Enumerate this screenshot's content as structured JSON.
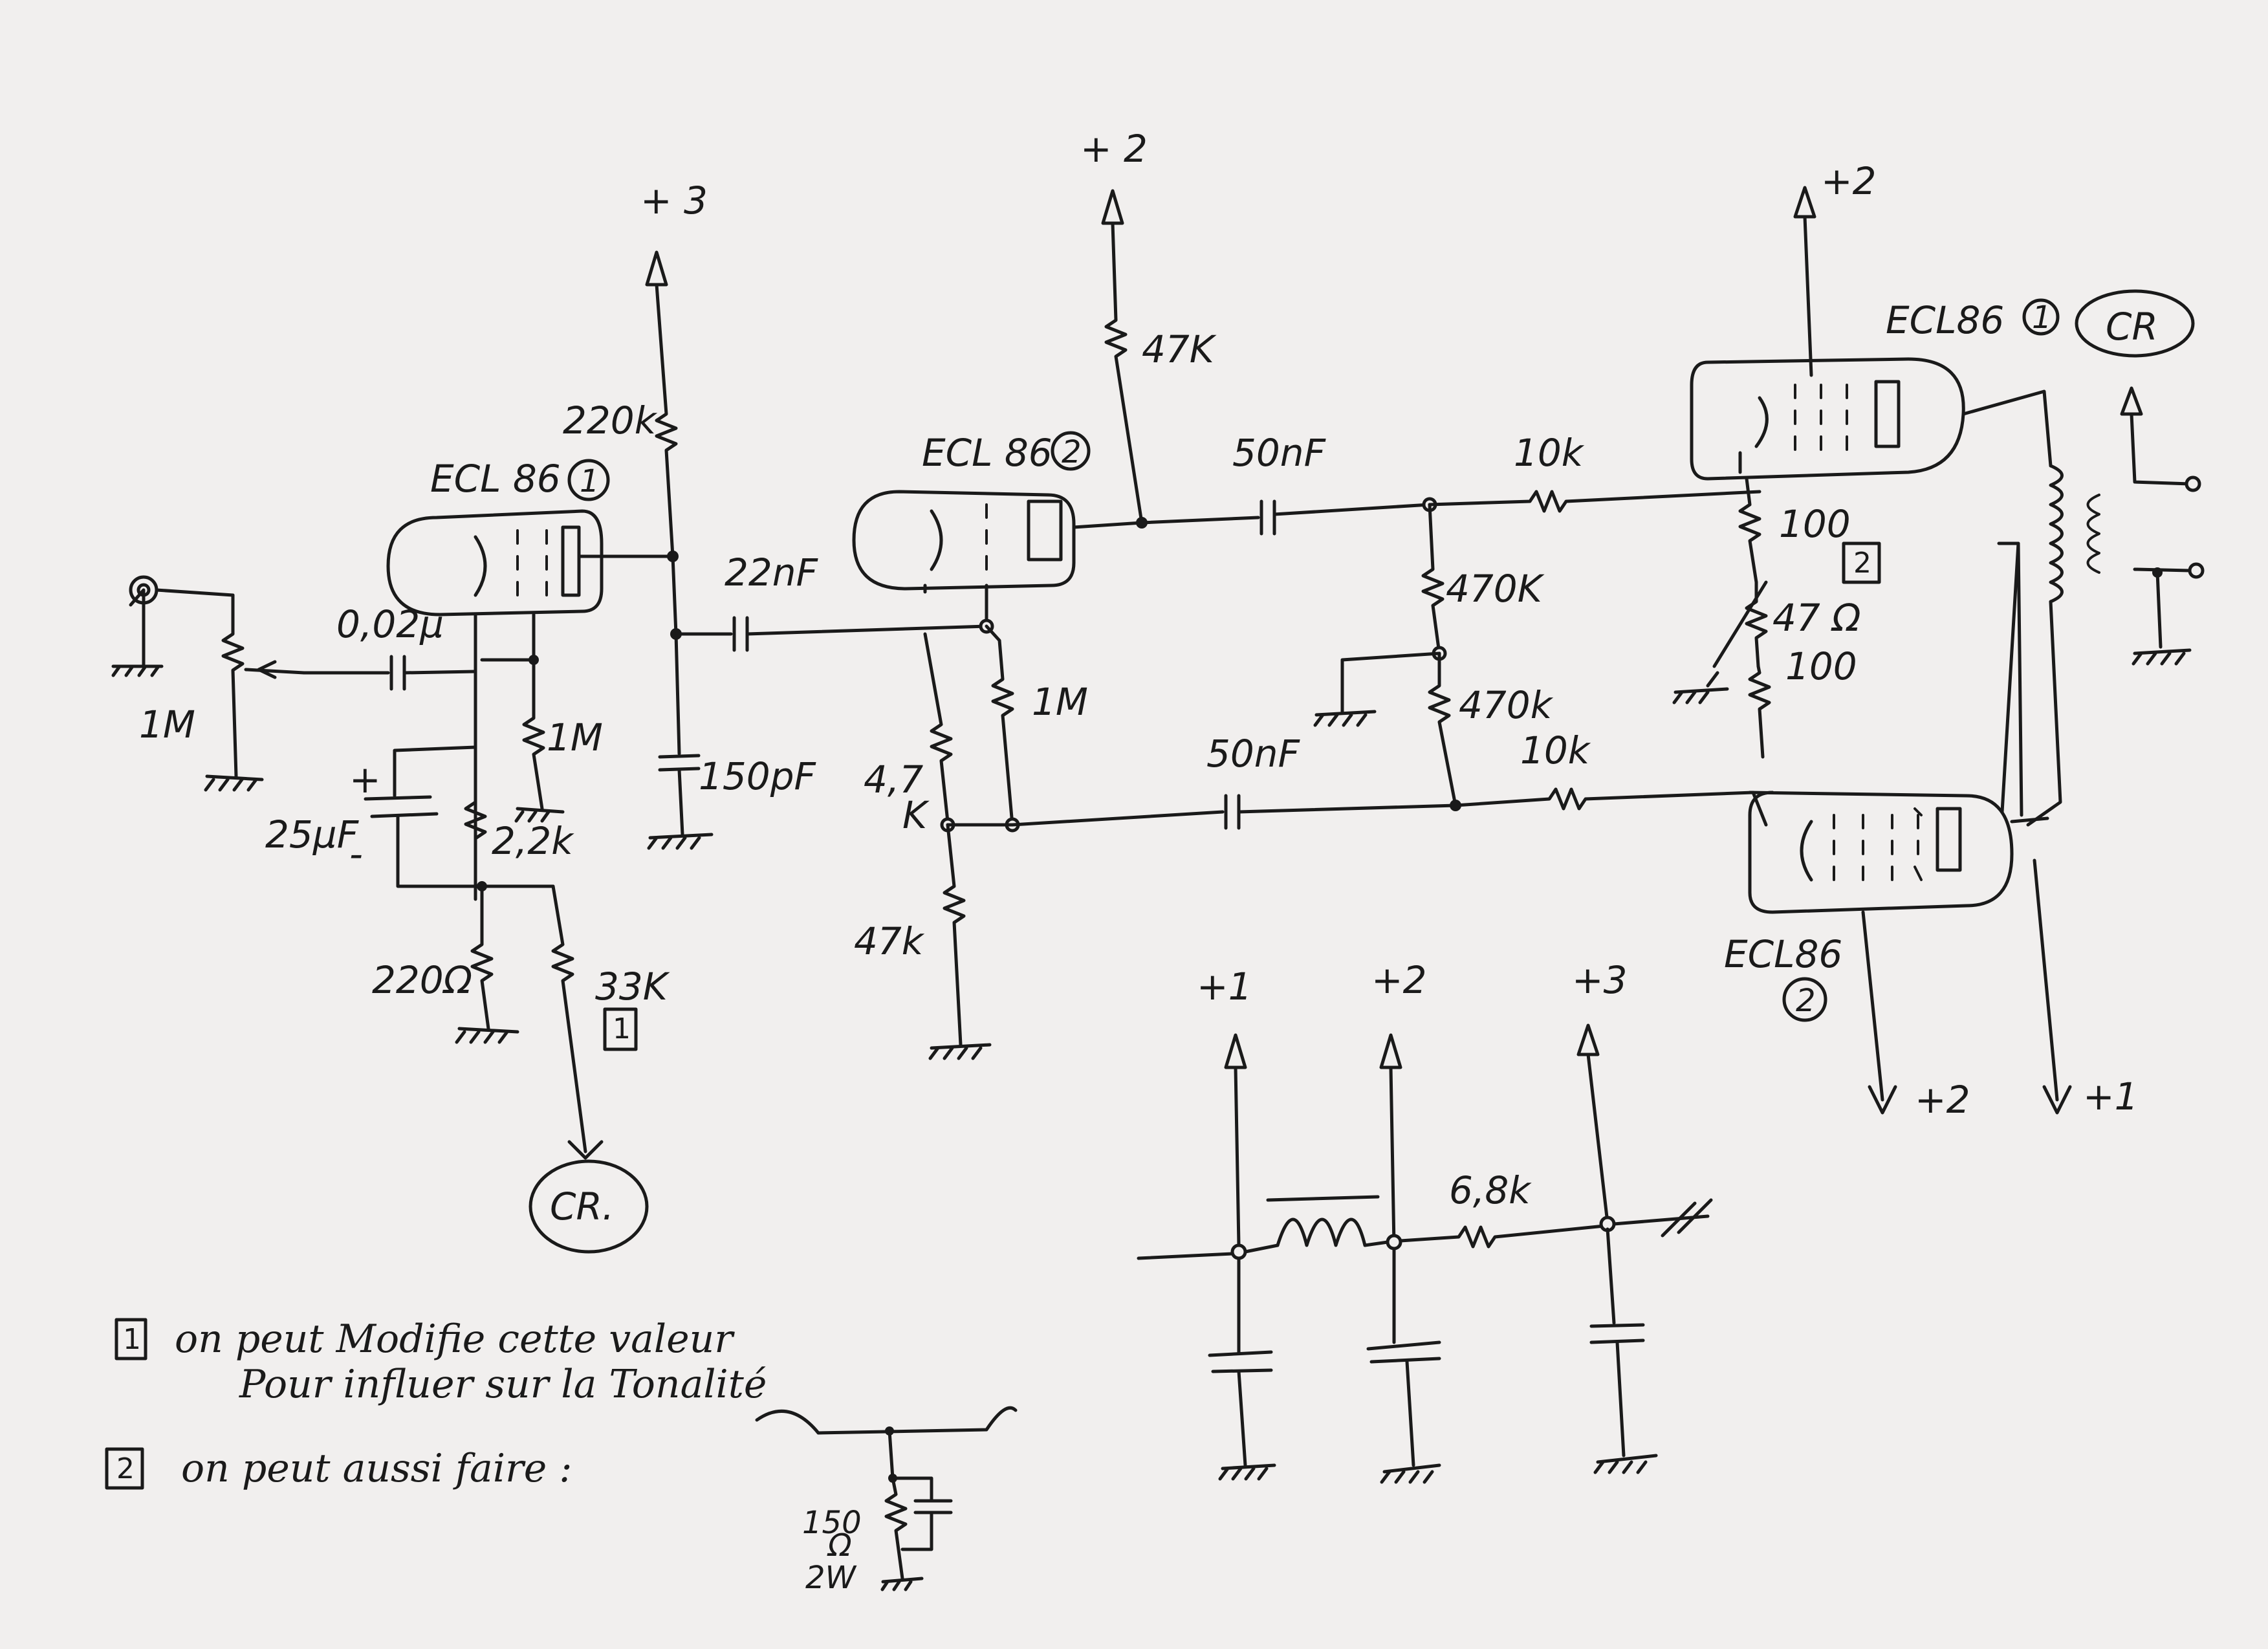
{
  "labels": {
    "plus3_top": "+ 3",
    "plus2_top_mid": "+ 2",
    "plus2_top_right": "+2",
    "r220k": "220k",
    "tube1_left": "ECL 86",
    "tube1_left_num": "1",
    "tube2_mid": "ECL 86",
    "tube2_mid_num": "2",
    "r47k_top": "47K",
    "c50nF_top": "50nF",
    "r10k_top": "10k",
    "tube_out1": "ECL86",
    "tube_out1_num": "1",
    "cr_right": "CR",
    "c22nF": "22nF",
    "c002": "0,02μ",
    "r1M_left": "1M",
    "r1M_grid": "1M",
    "r1M_mid": "1M",
    "r470k_a": "470K",
    "r470k_b": "470k",
    "r100_a": "100",
    "box2": "2",
    "r47ohm": "47 Ω",
    "r100_b": "100",
    "c150pF": "150pF",
    "c25uF": "25μF",
    "plus_sign": "+",
    "minus_sign": "-",
    "r2_2k": "2,2k",
    "r4_7k": "4,7",
    "r4_7k_unit": "K",
    "c50nF_bot": "50nF",
    "r10k_bot": "10k",
    "r47k_bot": "47k",
    "r220ohm": "220Ω",
    "r33k": "33K",
    "box1": "1",
    "cr_left": "CR.",
    "tube_out2": "ECL86",
    "tube_out2_num": "2",
    "out_plus2": "+2",
    "out_plus1": "+1",
    "ps_plus1": "+1",
    "ps_plus2": "+2",
    "ps_plus3": "+3",
    "r6_8k": "6,8k",
    "r150": "150",
    "r150_unit": "Ω",
    "r150_watt": "2W"
  },
  "notes": {
    "note1_line1": "on peut Modifie cette valeur",
    "note1_line2": "Pour influer sur la Tonalité",
    "note1_box": "1",
    "note2_line": "on peut aussi faire :",
    "note2_box": "2"
  }
}
